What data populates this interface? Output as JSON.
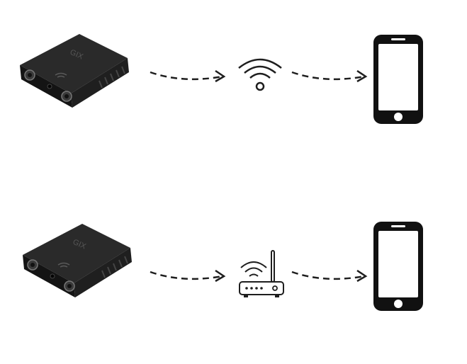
{
  "diagram": {
    "rows": [
      {
        "id": "direct-wifi",
        "source": {
          "name": "camera",
          "icon": "mini-camera-icon",
          "label": "GIX"
        },
        "medium": {
          "name": "wifi",
          "icon": "wifi-icon"
        },
        "target": {
          "name": "phone",
          "icon": "smartphone-icon"
        }
      },
      {
        "id": "via-router",
        "source": {
          "name": "camera",
          "icon": "mini-camera-icon",
          "label": "GIX"
        },
        "medium": {
          "name": "router",
          "icon": "router-icon"
        },
        "target": {
          "name": "phone",
          "icon": "smartphone-icon"
        }
      }
    ],
    "connector": {
      "style": "dashed-arrow",
      "direction": "left-to-right"
    }
  },
  "colors": {
    "background": "#ffffff",
    "device": "#1b1b1b",
    "device_highlight": "#3a3a3a",
    "stroke": "#1e1e1e",
    "screen": "#ffffff"
  }
}
